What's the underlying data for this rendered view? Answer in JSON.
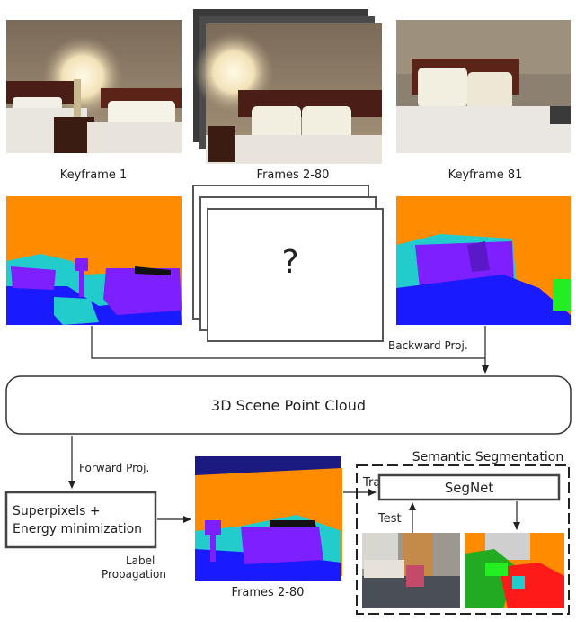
{
  "captions": {
    "keyframe_1": "Keyframe 1",
    "frames_top": "Frames 2-80",
    "keyframe_81": "Keyframe 81",
    "frames_bottom": "Frames 2-80"
  },
  "unknown_mark": "?",
  "edge_labels": {
    "backward_proj": "Backward Proj.",
    "forward_proj": "Forward Proj.",
    "label_propagation_1": "Label",
    "label_propagation_2": "Propagation",
    "train": "Train",
    "test": "Test"
  },
  "boxes": {
    "point_cloud": "3D Scene Point Cloud",
    "superpixels_1": "Superpixels +",
    "superpixels_2": "Energy minimization",
    "segnet": "SegNet"
  },
  "panel_title": "Semantic Segmentation",
  "label_colors": {
    "wall": "#ff8c00",
    "floor": "#1a1aff",
    "bed": "#7d1fff",
    "pillow": "#22cccc",
    "dark": "#111111",
    "navy": "#1a1a80"
  }
}
